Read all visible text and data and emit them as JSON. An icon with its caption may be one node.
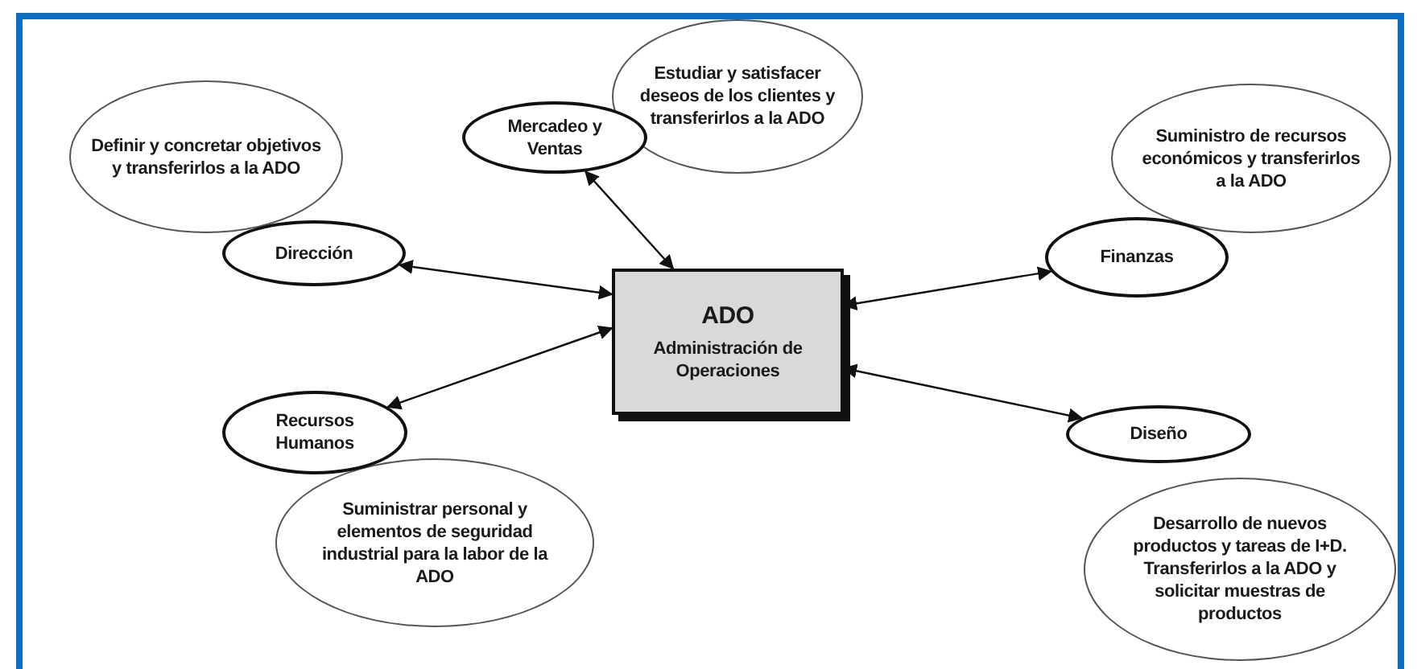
{
  "diagram": {
    "nodes": [
      {
        "text": [
          "Estudiar y satisfacer deseos de los clientes y transferirlos a la ADO"
        ]
      },
      {
        "text": [
          "Mercadeo y Ventas"
        ]
      },
      {
        "text": [
          "Definir y concretar objetivos y transferirlos a la ADO"
        ]
      },
      {
        "text": [
          "Suministro de recursos económicos y transferirlos a la ADO"
        ]
      },
      {
        "text": [
          "Dirección"
        ]
      },
      {
        "text": [
          "Finanzas"
        ]
      },
      {
        "text": [
          "ADO",
          "Administración de Operaciones"
        ]
      },
      {
        "text": [
          "Recursos Humanos"
        ]
      },
      {
        "text": [
          "Diseño"
        ]
      },
      {
        "text": [
          "Suministrar personal y elementos de seguridad industrial para la labor de la ADO"
        ]
      },
      {
        "text": [
          "Desarrollo de nuevos productos y tareas de I+D. Transferirlos a la ADO y solicitar muestras de productos"
        ]
      }
    ],
    "edges": [
      {
        "from": 6,
        "to": 1,
        "arrow": "both"
      },
      {
        "from": 6,
        "to": 4,
        "arrow": "both"
      },
      {
        "from": 6,
        "to": 5,
        "arrow": "both"
      },
      {
        "from": 6,
        "to": 7,
        "arrow": "both"
      },
      {
        "from": 6,
        "to": 8,
        "arrow": "both"
      }
    ]
  }
}
